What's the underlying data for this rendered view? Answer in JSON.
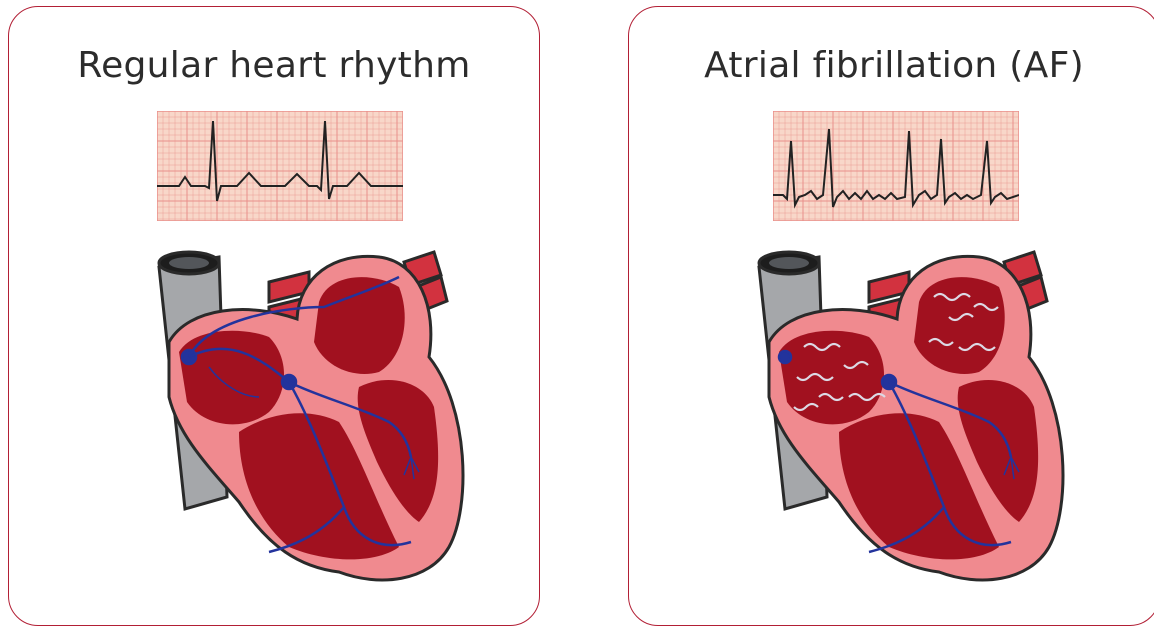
{
  "panels": [
    {
      "title": "Regular heart rhythm",
      "ecg_rhythm": "regular",
      "conduction": "normal",
      "colors": {
        "accent": "#b21f35",
        "grid_bg": "#f8d7c9",
        "grid_line": "#e98f8a",
        "trace": "#222222"
      }
    },
    {
      "title": "Atrial fibrillation (AF)",
      "ecg_rhythm": "irregular",
      "conduction": "chaotic",
      "colors": {
        "accent": "#b21f35",
        "grid_bg": "#f8d7c9",
        "grid_line": "#e98f8a",
        "trace": "#222222"
      }
    }
  ],
  "icons": {
    "vessel_vein": "grey-vein",
    "vessel_arteries": "red-arteries",
    "heart": "heart-cross-section"
  },
  "colors": {
    "heart_wall": "#f08a8f",
    "heart_chamber": "#a1111f",
    "heart_outline": "#2a2a2a",
    "conduction": "#23339c",
    "chaotic_signal": "#dcd9e4",
    "vein": "#a5a7aa",
    "artery": "#d2323f"
  }
}
